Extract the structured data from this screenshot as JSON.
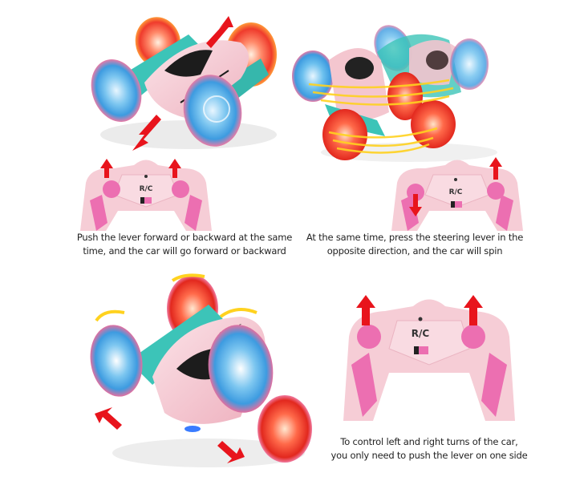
{
  "panels": [
    {
      "id": "forward-backward",
      "caption_lines": [
        "Push the lever forward or backward at the same",
        "time, and the car will go forward or backward"
      ],
      "controller": {
        "left_arrow": "up",
        "right_arrow": "up"
      },
      "car_motion": "forward-backward"
    },
    {
      "id": "spin",
      "caption_lines": [
        "At the same time, press the steering lever in the",
        "opposite direction, and the car will spin"
      ],
      "controller": {
        "left_arrow": "down",
        "right_arrow": "up"
      },
      "car_motion": "spin"
    },
    {
      "id": "turn",
      "caption_lines": [
        "To control left and right turns of the car,",
        "you only need to push the lever on one side"
      ],
      "controller": {
        "left_arrow": "up",
        "right_arrow": "up"
      },
      "car_motion": "turn"
    }
  ],
  "controller_logo": "R/C",
  "colors": {
    "arrow_red": "#e8141c",
    "controller_pink": "#f6cdd6",
    "controller_magenta": "#ec6fb1",
    "car_pink": "#f4c6cf",
    "car_teal": "#3cc4b8",
    "wheel_blue": "#4aa8e6",
    "wheel_red": "#ef3b2c",
    "glow_yellow": "#ffd21f"
  }
}
